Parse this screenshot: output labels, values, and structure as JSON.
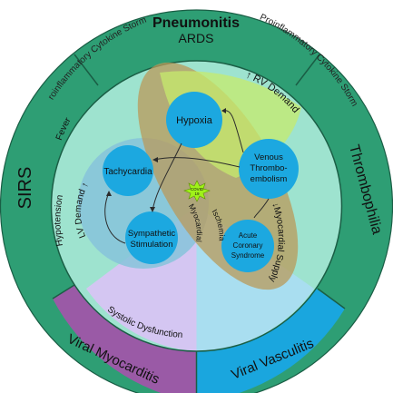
{
  "outer_labels": {
    "cytokine_left": "Proinflammatory Cytokine Storms",
    "cytokine_right": "Proinflammatory Cytokine Storms"
  },
  "ring": {
    "top_title": "Pneumonitis",
    "top_subtitle": "ARDS",
    "left": "SIRS",
    "right": "Thrombophilia",
    "bottom_left": "Viral Myocarditis",
    "bottom_right": "Viral Vasculitis"
  },
  "inner": {
    "fever": "Fever",
    "hypotension": "Hypotension",
    "systolic_dysfunction": "Systolic Dysfunction",
    "rv_demand": "RV Demand",
    "lv_demand": "LV Demand",
    "myocardial_supply": "Myocardial Supply",
    "myocardial_ischemia_a": "Myocardial",
    "myocardial_ischemia_b": "Ischemia"
  },
  "nodes": {
    "hypoxia": "Hypoxia",
    "venous_line1": "Venous",
    "venous_line2": "Thrombo-",
    "venous_line3": "embolism",
    "tachycardia": "Tachycardia",
    "sympathetic_line1": "Sympathetic",
    "sympathetic_line2": "Stimulation",
    "acs_line1": "Acute",
    "acs_line2": "Coronary",
    "acs_line3": "Syndrome",
    "covid_line1": "COVID",
    "covid_line2": "19"
  },
  "colors": {
    "outer_green": "#2e9e74",
    "inner_mint": "#9ee3cf",
    "ring_line": "#1a5e45",
    "node_blue": "#1ca8e0",
    "myocarditis": "#9a5aa6",
    "myocarditis_light": "#d4c6f2",
    "vasculitis": "#1aa6de",
    "vasculitis_light": "#a9def0",
    "ellipse_tan": "#b99a5a",
    "lime_overlay": "#c6eb6c",
    "lv_circle": "#86c3da",
    "covid_star": "#9ff21a"
  }
}
